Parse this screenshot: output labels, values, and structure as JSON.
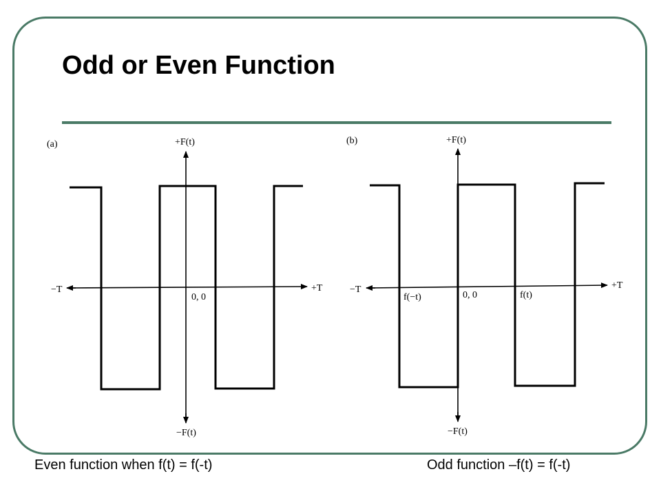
{
  "slide": {
    "title": "Odd or Even Function",
    "accent_color": "#4a7a66"
  },
  "panels": [
    {
      "label": "(a)",
      "y_top": "+F(t)",
      "y_bottom": "−F(t)",
      "x_left": "−T",
      "x_right": "+T",
      "origin": "0, 0",
      "marks": []
    },
    {
      "label": "(b)",
      "y_top": "+F(t)",
      "y_bottom": "−F(t)",
      "x_left": "−T",
      "x_right": "+T",
      "origin": "0, 0",
      "marks": [
        "f(−t)",
        "f(t)"
      ]
    }
  ],
  "captions": {
    "left": "Even function when f(t) = f(-t)",
    "right": "Odd function –f(t) = f(-t)"
  }
}
